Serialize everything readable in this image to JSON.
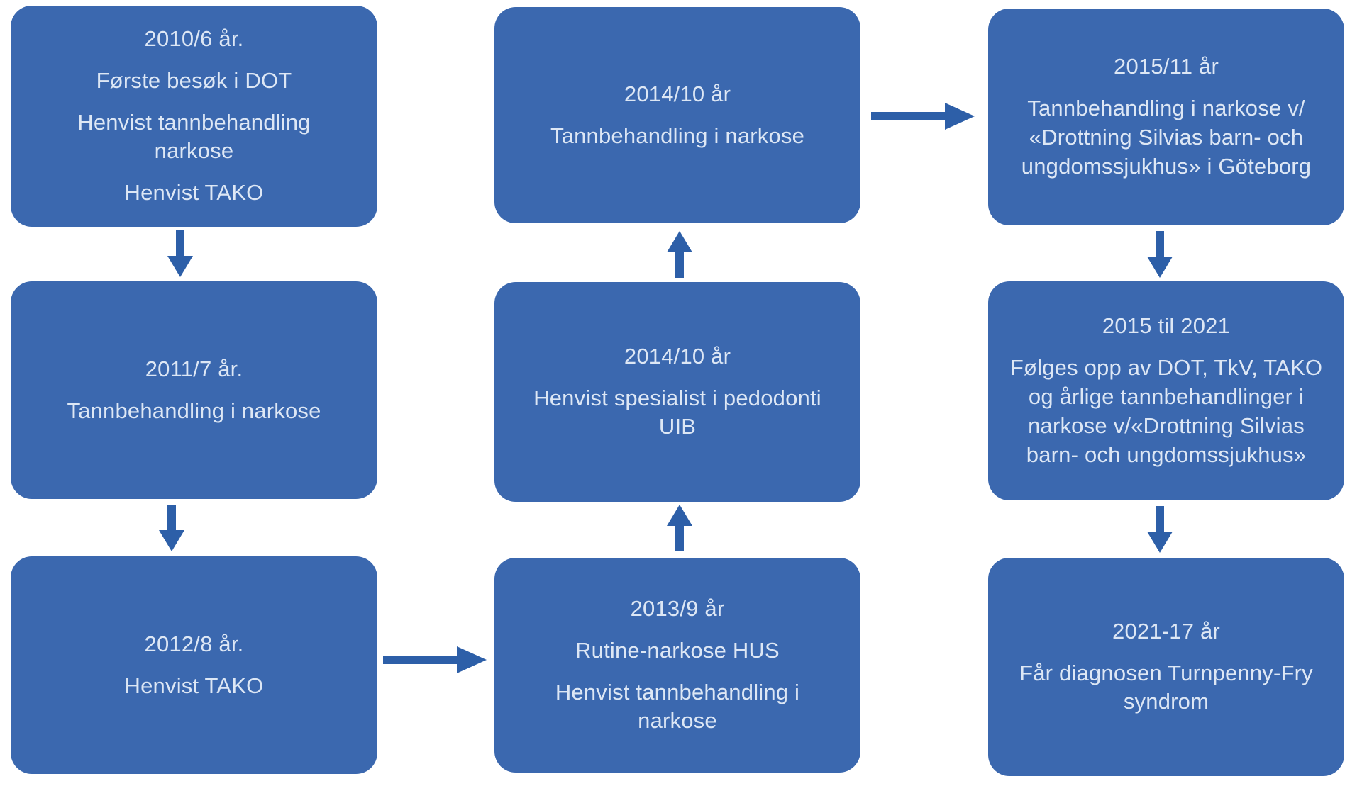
{
  "colors": {
    "background": "#ffffff",
    "box_fill": "#3b68af",
    "arrow": "#2d5fa8",
    "text": "#dde7f5"
  },
  "boxes": [
    {
      "id": "left-top",
      "paragraphs": [
        "2010/6 år.",
        "Første besøk i DOT",
        "Henvist tannbehandling\nnarkose",
        "Henvist TAKO"
      ]
    },
    {
      "id": "left-middle",
      "paragraphs": [
        "2011/7 år.",
        "Tannbehandling i narkose"
      ]
    },
    {
      "id": "left-bottom",
      "paragraphs": [
        "2012/8 år.",
        "Henvist TAKO"
      ]
    },
    {
      "id": "middle-top",
      "paragraphs": [
        "2014/10 år",
        "Tannbehandling i narkose"
      ]
    },
    {
      "id": "middle-middle",
      "paragraphs": [
        "2014/10 år",
        "Henvist spesialist i pedodonti\nUIB"
      ]
    },
    {
      "id": "middle-bottom",
      "paragraphs": [
        "2013/9 år",
        "Rutine-narkose HUS",
        "Henvist tannbehandling i\nnarkose"
      ]
    },
    {
      "id": "right-top",
      "paragraphs": [
        "2015/11 år",
        "Tannbehandling i narkose v/\n«Drottning Silvias barn- och\nungdomssjukhus» i Göteborg"
      ]
    },
    {
      "id": "right-middle",
      "paragraphs": [
        "2015 til 2021",
        "Følges opp av DOT, TkV, TAKO\nog årlige tannbehandlinger i\nnarkose v/«Drottning Silvias\nbarn- och ungdomssjukhus»"
      ]
    },
    {
      "id": "right-bottom",
      "paragraphs": [
        "2021-17 år",
        "Får diagnosen Turnpenny-Fry\nsyndrom"
      ]
    }
  ],
  "arrows": [
    {
      "direction": "down",
      "from": "left-top",
      "to": "left-middle"
    },
    {
      "direction": "down",
      "from": "left-middle",
      "to": "left-bottom"
    },
    {
      "direction": "right",
      "from": "left-bottom",
      "to": "middle-bottom"
    },
    {
      "direction": "up",
      "from": "middle-bottom",
      "to": "middle-middle"
    },
    {
      "direction": "up",
      "from": "middle-middle",
      "to": "middle-top"
    },
    {
      "direction": "right",
      "from": "middle-top",
      "to": "right-top"
    },
    {
      "direction": "down",
      "from": "right-top",
      "to": "right-middle"
    },
    {
      "direction": "down",
      "from": "right-middle",
      "to": "right-bottom"
    }
  ]
}
